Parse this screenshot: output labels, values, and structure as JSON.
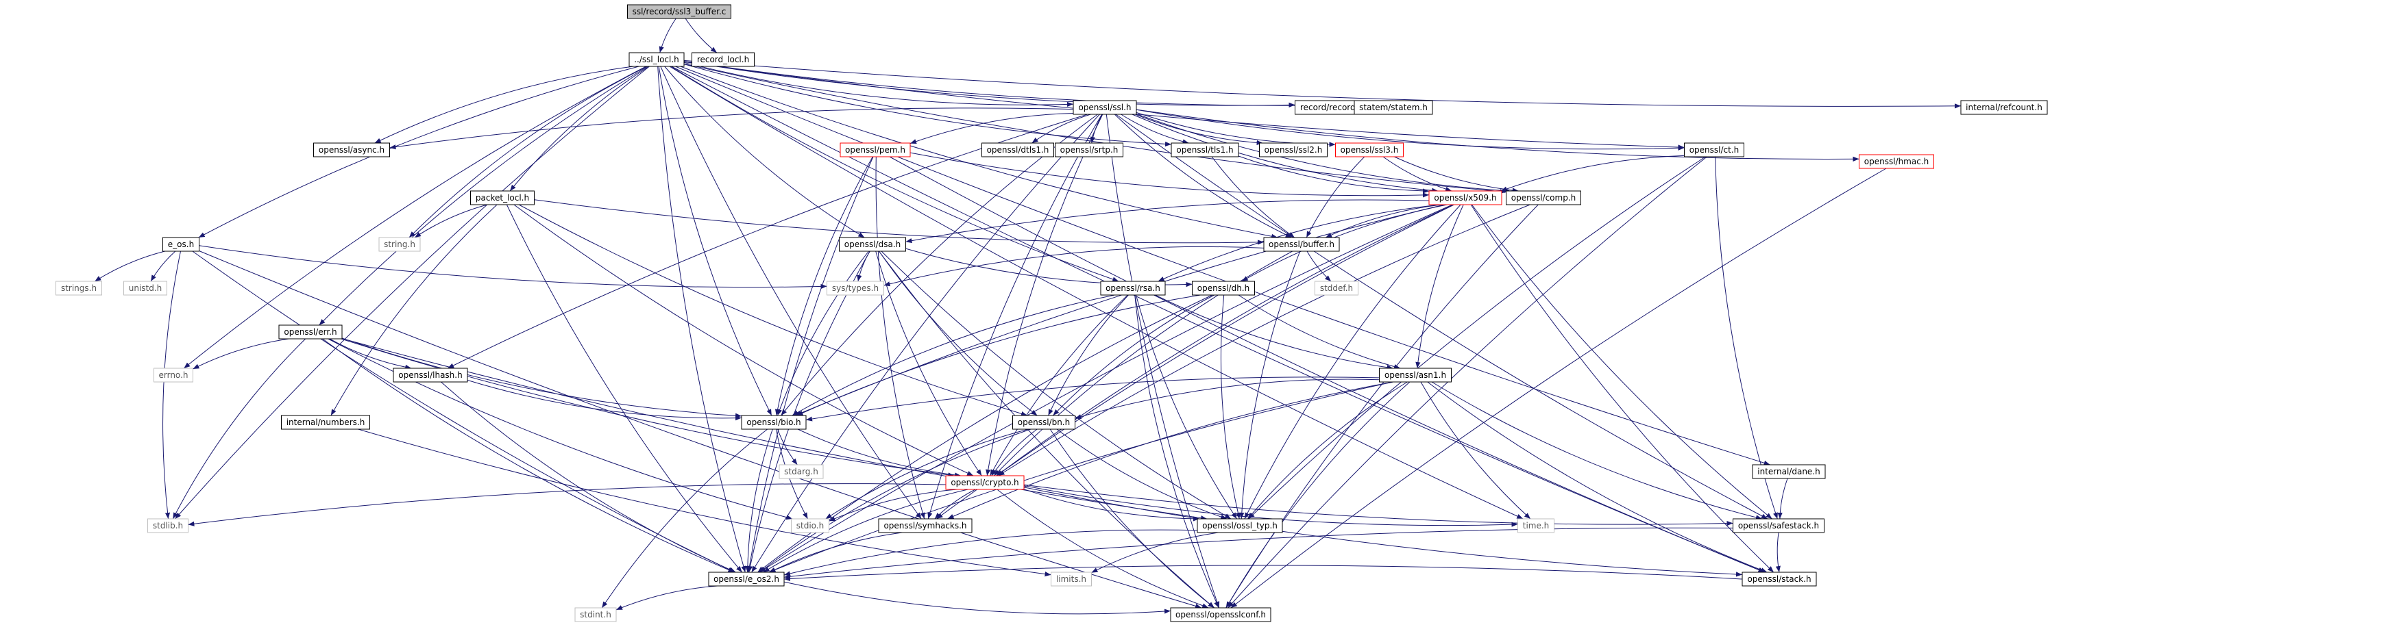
{
  "graph": {
    "title": "ssl/record/ssl3_buffer.c",
    "colors": {
      "edge": "#191970",
      "node_border": "#000000",
      "node_border_red": "#ff0000",
      "node_border_gray": "#bfbfbf",
      "root_fill": "#bfbfbf",
      "node_fill": "#ffffff"
    },
    "nodes": [
      {
        "id": "root",
        "label": "ssl/record/ssl3_buffer.c",
        "style": "root"
      },
      {
        "id": "ssl_locl",
        "label": "../ssl_locl.h",
        "style": "normal"
      },
      {
        "id": "record_locl",
        "label": "record_locl.h",
        "style": "normal"
      },
      {
        "id": "ssl_h",
        "label": "openssl/ssl.h",
        "style": "normal"
      },
      {
        "id": "record_record",
        "label": "record/record.h",
        "style": "normal"
      },
      {
        "id": "statem",
        "label": "statem/statem.h",
        "style": "normal"
      },
      {
        "id": "refcount",
        "label": "internal/refcount.h",
        "style": "normal"
      },
      {
        "id": "async",
        "label": "openssl/async.h",
        "style": "normal"
      },
      {
        "id": "pem",
        "label": "openssl/pem.h",
        "style": "red"
      },
      {
        "id": "dtls1",
        "label": "openssl/dtls1.h",
        "style": "normal"
      },
      {
        "id": "srtp",
        "label": "openssl/srtp.h",
        "style": "normal"
      },
      {
        "id": "tls1",
        "label": "openssl/tls1.h",
        "style": "normal"
      },
      {
        "id": "ssl2",
        "label": "openssl/ssl2.h",
        "style": "normal"
      },
      {
        "id": "ssl3",
        "label": "openssl/ssl3.h",
        "style": "red"
      },
      {
        "id": "ct",
        "label": "openssl/ct.h",
        "style": "normal"
      },
      {
        "id": "hmac",
        "label": "openssl/hmac.h",
        "style": "red"
      },
      {
        "id": "packet",
        "label": "packet_locl.h",
        "style": "normal"
      },
      {
        "id": "x509",
        "label": "openssl/x509.h",
        "style": "red"
      },
      {
        "id": "comp",
        "label": "openssl/comp.h",
        "style": "normal"
      },
      {
        "id": "e_os",
        "label": "e_os.h",
        "style": "normal"
      },
      {
        "id": "string",
        "label": "string.h",
        "style": "gray"
      },
      {
        "id": "dsa",
        "label": "openssl/dsa.h",
        "style": "normal"
      },
      {
        "id": "buffer",
        "label": "openssl/buffer.h",
        "style": "normal"
      },
      {
        "id": "strings",
        "label": "strings.h",
        "style": "gray"
      },
      {
        "id": "unistd",
        "label": "unistd.h",
        "style": "gray"
      },
      {
        "id": "systypes",
        "label": "sys/types.h",
        "style": "gray"
      },
      {
        "id": "rsa",
        "label": "openssl/rsa.h",
        "style": "normal"
      },
      {
        "id": "dh",
        "label": "openssl/dh.h",
        "style": "normal"
      },
      {
        "id": "stddef",
        "label": "stddef.h",
        "style": "gray"
      },
      {
        "id": "err",
        "label": "openssl/err.h",
        "style": "normal"
      },
      {
        "id": "errno",
        "label": "errno.h",
        "style": "gray"
      },
      {
        "id": "lhash",
        "label": "openssl/lhash.h",
        "style": "normal"
      },
      {
        "id": "asn1",
        "label": "openssl/asn1.h",
        "style": "normal"
      },
      {
        "id": "numbers",
        "label": "internal/numbers.h",
        "style": "normal"
      },
      {
        "id": "bio",
        "label": "openssl/bio.h",
        "style": "normal"
      },
      {
        "id": "bn",
        "label": "openssl/bn.h",
        "style": "normal"
      },
      {
        "id": "stdarg",
        "label": "stdarg.h",
        "style": "gray"
      },
      {
        "id": "dane",
        "label": "internal/dane.h",
        "style": "normal"
      },
      {
        "id": "crypto",
        "label": "openssl/crypto.h",
        "style": "red"
      },
      {
        "id": "stdlib",
        "label": "stdlib.h",
        "style": "gray"
      },
      {
        "id": "stdio",
        "label": "stdio.h",
        "style": "gray"
      },
      {
        "id": "symhacks",
        "label": "openssl/symhacks.h",
        "style": "normal"
      },
      {
        "id": "ossl_typ",
        "label": "openssl/ossl_typ.h",
        "style": "normal"
      },
      {
        "id": "time",
        "label": "time.h",
        "style": "gray"
      },
      {
        "id": "safestack",
        "label": "openssl/safestack.h",
        "style": "normal"
      },
      {
        "id": "e_os2",
        "label": "openssl/e_os2.h",
        "style": "normal"
      },
      {
        "id": "limits",
        "label": "limits.h",
        "style": "gray"
      },
      {
        "id": "stack",
        "label": "openssl/stack.h",
        "style": "normal"
      },
      {
        "id": "stdint",
        "label": "stdint.h",
        "style": "gray"
      },
      {
        "id": "opensslconf",
        "label": "openssl/opensslconf.h",
        "style": "normal"
      }
    ],
    "edges": [
      [
        "root",
        "ssl_locl"
      ],
      [
        "root",
        "record_locl"
      ],
      [
        "ssl_locl",
        "ssl_h"
      ],
      [
        "ssl_locl",
        "record_record"
      ],
      [
        "ssl_locl",
        "statem"
      ],
      [
        "ssl_locl",
        "refcount"
      ],
      [
        "ssl_locl",
        "async"
      ],
      [
        "ssl_locl",
        "e_os"
      ],
      [
        "ssl_locl",
        "string"
      ],
      [
        "ssl_locl",
        "packet"
      ],
      [
        "ssl_locl",
        "err"
      ],
      [
        "ssl_locl",
        "errno"
      ],
      [
        "ssl_locl",
        "stdlib"
      ],
      [
        "ssl_locl",
        "bio"
      ],
      [
        "ssl_locl",
        "symhacks"
      ],
      [
        "ssl_locl",
        "dsa"
      ],
      [
        "ssl_locl",
        "rsa"
      ],
      [
        "ssl_locl",
        "ct"
      ],
      [
        "ssl_locl",
        "comp"
      ],
      [
        "ssl_locl",
        "buffer"
      ],
      [
        "ssl_locl",
        "time"
      ],
      [
        "ssl_locl",
        "stack"
      ],
      [
        "ssl_locl",
        "dane"
      ],
      [
        "ssl_locl",
        "e_os2"
      ],
      [
        "ssl_locl",
        "tls1"
      ],
      [
        "ssl_h",
        "async"
      ],
      [
        "ssl_h",
        "pem"
      ],
      [
        "ssl_h",
        "dtls1"
      ],
      [
        "ssl_h",
        "srtp"
      ],
      [
        "ssl_h",
        "tls1"
      ],
      [
        "ssl_h",
        "ssl2"
      ],
      [
        "ssl_h",
        "ssl3"
      ],
      [
        "ssl_h",
        "ct"
      ],
      [
        "ssl_h",
        "hmac"
      ],
      [
        "ssl_h",
        "x509"
      ],
      [
        "ssl_h",
        "comp"
      ],
      [
        "ssl_h",
        "buffer"
      ],
      [
        "ssl_h",
        "bio"
      ],
      [
        "ssl_h",
        "crypto"
      ],
      [
        "ssl_h",
        "lhash"
      ],
      [
        "ssl_h",
        "e_os2"
      ],
      [
        "ssl_h",
        "symhacks"
      ],
      [
        "ssl_h",
        "safestack"
      ],
      [
        "ssl_h",
        "opensslconf"
      ],
      [
        "pem",
        "x509"
      ],
      [
        "pem",
        "bio"
      ],
      [
        "pem",
        "e_os2"
      ],
      [
        "pem",
        "symhacks"
      ],
      [
        "pem",
        "stack"
      ],
      [
        "tls1",
        "x509"
      ],
      [
        "tls1",
        "buffer"
      ],
      [
        "ssl3",
        "x509"
      ],
      [
        "ssl3",
        "buffer"
      ],
      [
        "ssl3",
        "comp"
      ],
      [
        "ct",
        "x509"
      ],
      [
        "ct",
        "safestack"
      ],
      [
        "ct",
        "ossl_typ"
      ],
      [
        "ct",
        "opensslconf"
      ],
      [
        "hmac",
        "opensslconf"
      ],
      [
        "packet",
        "string"
      ],
      [
        "packet",
        "buffer"
      ],
      [
        "packet",
        "numbers"
      ],
      [
        "packet",
        "bn"
      ],
      [
        "packet",
        "e_os2"
      ],
      [
        "packet",
        "crypto"
      ],
      [
        "x509",
        "dsa"
      ],
      [
        "x509",
        "buffer"
      ],
      [
        "x509",
        "rsa"
      ],
      [
        "x509",
        "dh"
      ],
      [
        "x509",
        "asn1"
      ],
      [
        "x509",
        "bio"
      ],
      [
        "x509",
        "crypto"
      ],
      [
        "x509",
        "ossl_typ"
      ],
      [
        "x509",
        "safestack"
      ],
      [
        "x509",
        "e_os2"
      ],
      [
        "x509",
        "stack"
      ],
      [
        "x509",
        "symhacks"
      ],
      [
        "comp",
        "crypto"
      ],
      [
        "comp",
        "opensslconf"
      ],
      [
        "e_os",
        "strings"
      ],
      [
        "e_os",
        "unistd"
      ],
      [
        "e_os",
        "systypes"
      ],
      [
        "e_os",
        "stdlib"
      ],
      [
        "e_os",
        "e_os2"
      ],
      [
        "e_os",
        "opensslconf"
      ],
      [
        "dsa",
        "systypes"
      ],
      [
        "dsa",
        "dh"
      ],
      [
        "dsa",
        "bio"
      ],
      [
        "dsa",
        "bn"
      ],
      [
        "dsa",
        "crypto"
      ],
      [
        "dsa",
        "ossl_typ"
      ],
      [
        "dsa",
        "e_os2"
      ],
      [
        "dsa",
        "opensslconf"
      ],
      [
        "buffer",
        "systypes"
      ],
      [
        "buffer",
        "stddef"
      ],
      [
        "buffer",
        "crypto"
      ],
      [
        "buffer",
        "ossl_typ"
      ],
      [
        "rsa",
        "asn1"
      ],
      [
        "rsa",
        "bio"
      ],
      [
        "rsa",
        "bn"
      ],
      [
        "rsa",
        "crypto"
      ],
      [
        "rsa",
        "ossl_typ"
      ],
      [
        "rsa",
        "opensslconf"
      ],
      [
        "dh",
        "asn1"
      ],
      [
        "dh",
        "bio"
      ],
      [
        "dh",
        "bn"
      ],
      [
        "dh",
        "ossl_typ"
      ],
      [
        "dh",
        "e_os2"
      ],
      [
        "err",
        "errno"
      ],
      [
        "err",
        "lhash"
      ],
      [
        "err",
        "bio"
      ],
      [
        "err",
        "stdlib"
      ],
      [
        "err",
        "stdio"
      ],
      [
        "err",
        "e_os2"
      ],
      [
        "err",
        "ossl_typ"
      ],
      [
        "err",
        "crypto"
      ],
      [
        "lhash",
        "bio"
      ],
      [
        "lhash",
        "e_os2"
      ],
      [
        "asn1",
        "bio"
      ],
      [
        "asn1",
        "bn"
      ],
      [
        "asn1",
        "time"
      ],
      [
        "asn1",
        "e_os2"
      ],
      [
        "asn1",
        "ossl_typ"
      ],
      [
        "asn1",
        "safestack"
      ],
      [
        "asn1",
        "stack"
      ],
      [
        "asn1",
        "opensslconf"
      ],
      [
        "asn1",
        "symhacks"
      ],
      [
        "numbers",
        "limits"
      ],
      [
        "bio",
        "stdarg"
      ],
      [
        "bio",
        "stdio"
      ],
      [
        "bio",
        "crypto"
      ],
      [
        "bio",
        "e_os2"
      ],
      [
        "bio",
        "stdint"
      ],
      [
        "bn",
        "stdio"
      ],
      [
        "bn",
        "crypto"
      ],
      [
        "bn",
        "ossl_typ"
      ],
      [
        "bn",
        "e_os2"
      ],
      [
        "bn",
        "opensslconf"
      ],
      [
        "crypto",
        "stdlib"
      ],
      [
        "crypto",
        "stdio"
      ],
      [
        "crypto",
        "symhacks"
      ],
      [
        "crypto",
        "ossl_typ"
      ],
      [
        "crypto",
        "time"
      ],
      [
        "crypto",
        "safestack"
      ],
      [
        "crypto",
        "e_os2"
      ],
      [
        "crypto",
        "opensslconf"
      ],
      [
        "crypto",
        "stack"
      ],
      [
        "dane",
        "safestack"
      ],
      [
        "symhacks",
        "e_os2"
      ],
      [
        "ossl_typ",
        "e_os2"
      ],
      [
        "ossl_typ",
        "limits"
      ],
      [
        "safestack",
        "stack"
      ],
      [
        "safestack",
        "e_os2"
      ],
      [
        "stack",
        "e_os2"
      ],
      [
        "e_os2",
        "opensslconf"
      ],
      [
        "e_os2",
        "stdint"
      ]
    ]
  }
}
